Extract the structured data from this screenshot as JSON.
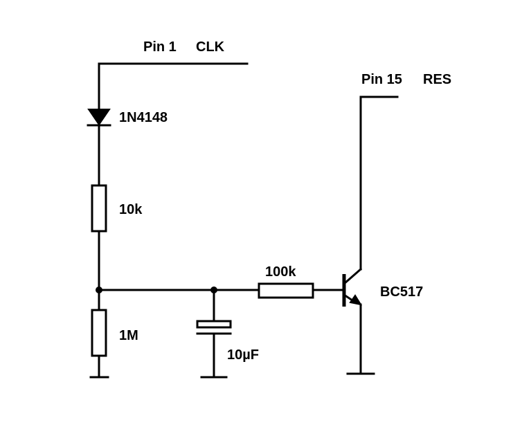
{
  "labels": {
    "pin1": "Pin 1",
    "clk": "CLK",
    "pin15": "Pin 15",
    "res": "RES",
    "diode": "1N4148",
    "r_10k": "10k",
    "r_1m": "1M",
    "cap": "10µF",
    "r_100k": "100k",
    "transistor": "BC517"
  },
  "colors": {
    "ink": "#000000",
    "background": "#ffffff"
  }
}
